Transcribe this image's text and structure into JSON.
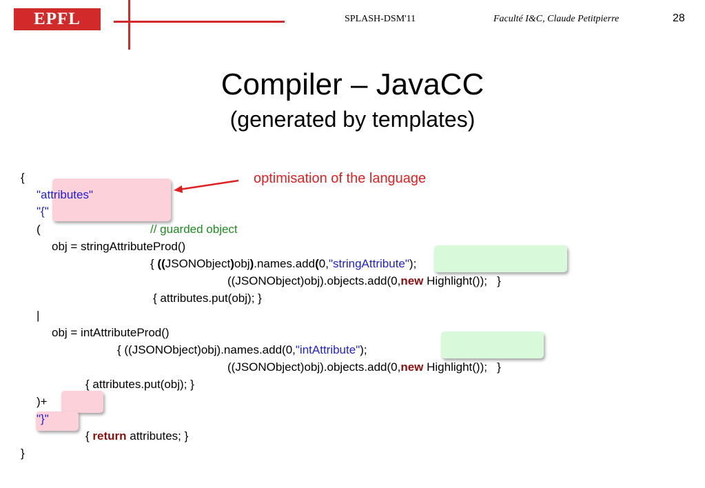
{
  "header": {
    "logo_text": "EPFL",
    "conference": "SPLASH-DSM'11",
    "author": "Faculté I&C, Claude Petitpierre",
    "page_number": "28"
  },
  "slide": {
    "title": "Compiler – JavaCC",
    "subtitle": "(generated by templates)"
  },
  "annotation": "optimisation of the language",
  "code": {
    "l1": "{",
    "l2": "\"attributes\"",
    "l3": "\"{\"",
    "l4_paren": "(",
    "l4_comment": "// guarded object",
    "l5": "obj = stringAttributeProd()",
    "l6_brace": "{ ",
    "l6_b1": "((",
    "l6_a": "JSONObject",
    "l6_b2": ")",
    "l6_c": "obj",
    "l6_b3": ")",
    "l6_d": ".names.add",
    "l6_b4": "(",
    "l6_e": "0,",
    "l6_str": "\"stringAttribute\"",
    "l6_end": ");",
    "l7_a": "((JSONObject)obj).objects.add(0,",
    "l7_kw": "new",
    "l7_b": " Highlight());   }",
    "l8": "{ attributes.put(obj); }",
    "l9": "|",
    "l10": "obj = intAttributeProd()",
    "l11_a": "{ ((JSONObject)obj).names.add(0,",
    "l11_str": "\"intAttribute\"",
    "l11_end": ");",
    "l12_a": "((JSONObject)obj).objects.add(0,",
    "l12_kw": "new",
    "l12_b": " Highlight());   }",
    "l13": "{ attributes.put(obj); }",
    "l14": ")+",
    "l15": "\"}\"",
    "l16_a": "{ ",
    "l16_kw": "return",
    "l16_b": " attributes; }",
    "l17": "}"
  }
}
